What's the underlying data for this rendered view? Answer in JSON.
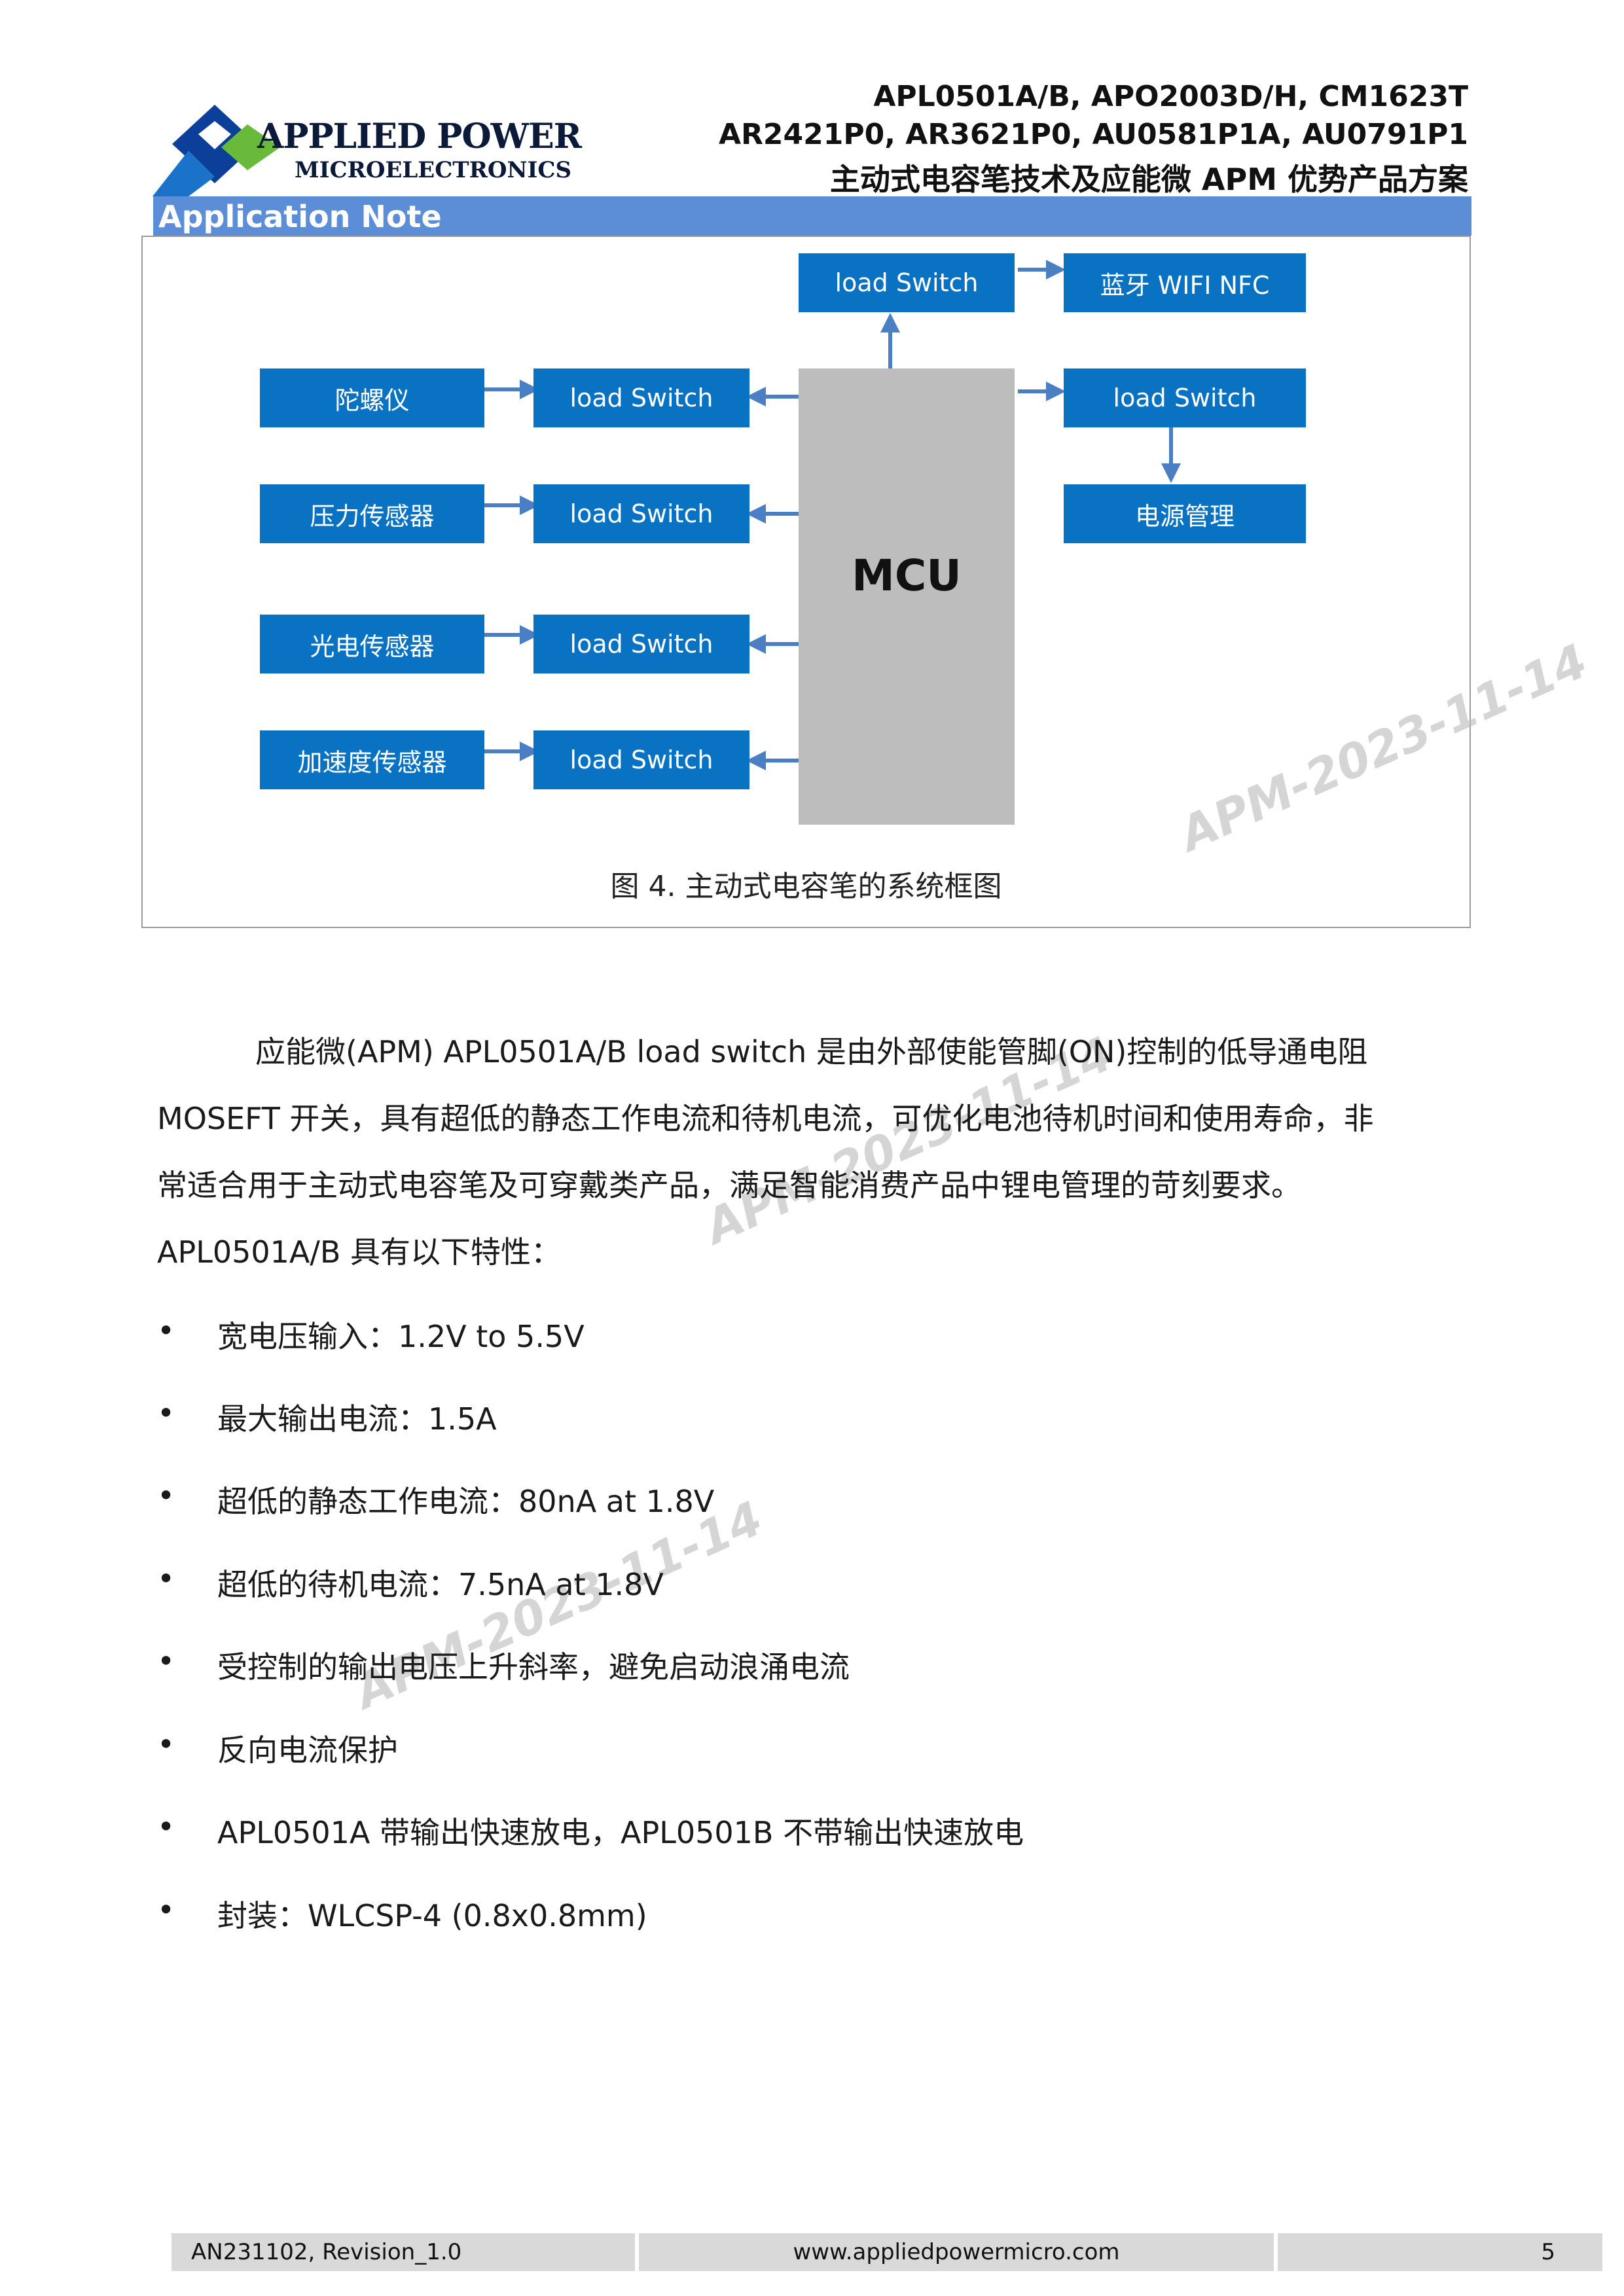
{
  "header": {
    "logo_line1": "APPLIED POWER",
    "logo_line2": "MICROELECTRONICS",
    "title_line1": "APL0501A/B, APO2003D/H, CM1623T",
    "title_line2": "AR2421P0,  AR3621P0,  AU0581P1A,  AU0791P1",
    "title_line3": "主动式电容笔技术及应能微 APM 优势产品方案",
    "section_bar": "Application Note"
  },
  "diagram": {
    "mcu_label": "MCU",
    "left_sensors": [
      "陀螺仪",
      "压力传感器",
      "光电传感器",
      "加速度传感器"
    ],
    "left_switches": [
      "load Switch",
      "load Switch",
      "load Switch",
      "load Switch"
    ],
    "top_switch": "load Switch",
    "top_device": "蓝牙 WIFI NFC",
    "right_switch": "load Switch",
    "right_device": "电源管理",
    "caption": "图 4.  主动式电容笔的系统框图",
    "watermark": "APM-2023-11-14"
  },
  "body": {
    "paragraph_lines": [
      "应能微(APM) APL0501A/B load switch 是由外部使能管脚(ON)控制的低导通电阻",
      "MOSEFT 开关，具有超低的静态工作电流和待机电流，可优化电池待机时间和使用寿命，非",
      "常适合用于主动式电容笔及可穿戴类产品，满足智能消费产品中锂电管理的苛刻要求。",
      "APL0501A/B 具有以下特性："
    ],
    "bullet_symbol": "•",
    "bullets": [
      "宽电压输入：1.2V to 5.5V",
      "最大输出电流：1.5A",
      "超低的静态工作电流：80nA at 1.8V",
      "超低的待机电流：7.5nA at 1.8V",
      "受控制的输出电压上升斜率，避免启动浪涌电流",
      "反向电流保护",
      "APL0501A 带输出快速放电，APL0501B 不带输出快速放电",
      "封装：WLCSP-4 (0.8x0.8mm)"
    ]
  },
  "footer": {
    "doc_id": "AN231102, Revision_1.0",
    "website": "www.appliedpowermicro.com",
    "page_number": "5"
  },
  "colors": {
    "block_blue": "#0a72c2",
    "arrow_blue": "#4a7fc4",
    "mcu_gray": "#bdbdbd",
    "section_bar": "#5b8ed6",
    "footer_gray": "#d9d9d9"
  }
}
